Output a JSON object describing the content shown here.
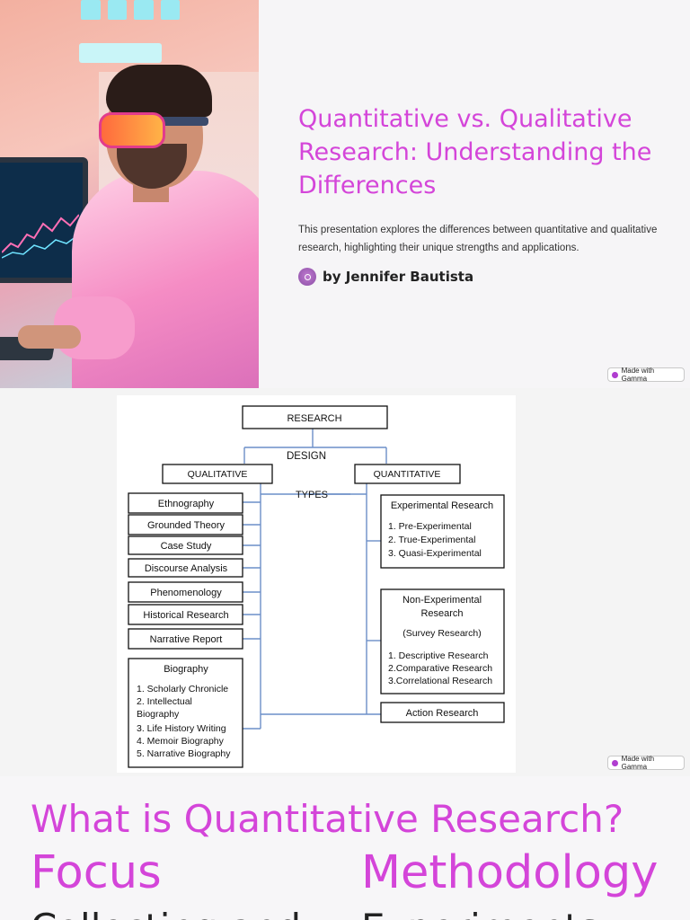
{
  "slide1": {
    "title": "Quantitative vs. Qualitative Research: Understanding the Differences",
    "description": "This presentation explores the differences between quantitative and qualitative research, highlighting their unique strengths and applications.",
    "author": "by Jennifer Bautista",
    "badge": "Made with Gamma"
  },
  "slide2": {
    "badge": "Made with Gamma",
    "diagram": {
      "root": "RESEARCH",
      "design": "DESIGN",
      "types": "TYPES",
      "qualitative": {
        "label": "QUALITATIVE",
        "items": [
          "Ethnography",
          "Grounded Theory",
          "Case Study",
          "Discourse Analysis",
          "Phenomenology",
          "Historical Research",
          "Narrative Report"
        ],
        "biography": {
          "title": "Biography",
          "lines": [
            "1. Scholarly Chronicle",
            "2. Intellectual",
            "Biography",
            "3. Life History Writing",
            "4. Memoir Biography",
            "5. Narrative Biography"
          ]
        }
      },
      "quantitative": {
        "label": "QUANTITATIVE",
        "experimental": {
          "title": "Experimental Research",
          "lines": [
            "1. Pre-Experimental",
            "2. True-Experimental",
            "3. Quasi-Experimental"
          ]
        },
        "non_experimental": {
          "title_lines": [
            "Non-Experimental",
            "Research"
          ],
          "subtitle": "(Survey Research)",
          "lines": [
            "1. Descriptive Research",
            "2.Comparative Research",
            "3.Correlational Research"
          ]
        },
        "action": "Action Research"
      }
    }
  },
  "slide3": {
    "title": "What is Quantitative Research?",
    "focus_heading": "Focus",
    "methodology_heading": "Methodology",
    "focus_text": "Collecting and",
    "methodology_text": "Experiments,"
  },
  "colors": {
    "accent": "#d445d9",
    "text": "#222222"
  }
}
